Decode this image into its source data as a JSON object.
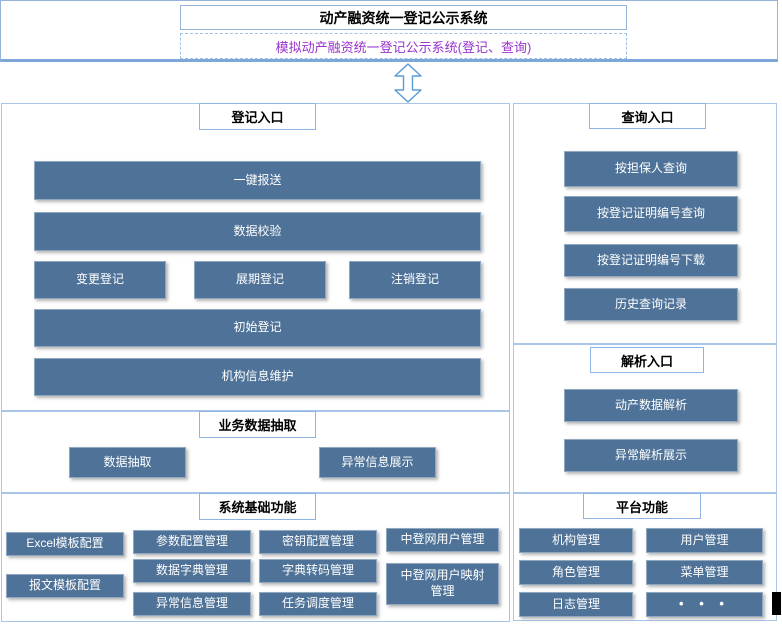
{
  "banner": {
    "system_title": "动产融资统一登记公示系统",
    "sim_title": "模拟动产融资统一登记公示系统(登记、查询)"
  },
  "icons": {
    "updown_arrow": "double-headed vertical arrow"
  },
  "colors": {
    "button_bg": "#4e7298",
    "panel_border": "#a9c6e8",
    "banner_border": "#95b3d7",
    "arrow_stroke": "#5b9bd5",
    "sim_title_purple": "#9933cc"
  },
  "register": {
    "title": "登记入口",
    "btn_one_key_report": "一键报送",
    "btn_data_check": "数据校验",
    "btn_change_reg": "变更登记",
    "btn_extend_reg": "展期登记",
    "btn_cancel_reg": "注销登记",
    "btn_initial_reg": "初始登记",
    "btn_org_info": "机构信息维护"
  },
  "extract": {
    "title": "业务数据抽取",
    "btn_data_extract": "数据抽取",
    "btn_abnormal_show": "异常信息展示"
  },
  "basic": {
    "title": "系统基础功能",
    "btn_excel_template": "Excel模板配置",
    "btn_message_template": "报文模板配置",
    "btn_param_config": "参数配置管理",
    "btn_data_dict": "数据字典管理",
    "btn_abnormal_info": "异常信息管理",
    "btn_key_config": "密钥配置管理",
    "btn_dict_transcode": "字典转码管理",
    "btn_task_schedule": "任务调度管理",
    "btn_zdw_user": "中登网用户管理",
    "btn_zdw_user_map": "中登网用户映射管理"
  },
  "query": {
    "title": "查询入口",
    "btn_by_guarantor": "按担保人查询",
    "btn_by_cert_no": "按登记证明编号查询",
    "btn_cert_download": "按登记证明编号下载",
    "btn_history": "历史查询记录"
  },
  "parse": {
    "title": "解析入口",
    "btn_data_parse": "动产数据解析",
    "btn_abnormal_parse": "异常解析展示"
  },
  "platform": {
    "title": "平台功能",
    "btn_org": "机构管理",
    "btn_user": "用户管理",
    "btn_role": "角色管理",
    "btn_menu": "菜单管理",
    "btn_log": "日志管理",
    "btn_more": "• • •"
  }
}
